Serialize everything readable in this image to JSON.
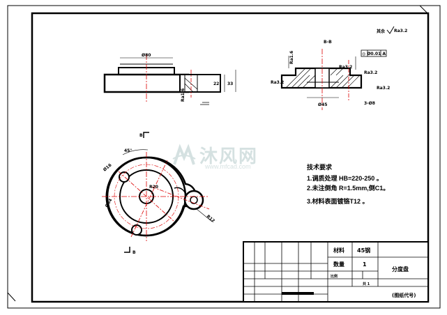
{
  "drawing": {
    "roughness_symbol": "Ra3.2",
    "section_label": "B-B",
    "geometric_tolerance": "◎ Ø0.01 A",
    "dim_labels": {
      "top_view_diameter": "Ø80",
      "side_height_a": "22",
      "side_height_b": "33",
      "side_ra": "Ra1.6",
      "section_ra_left": "Ra1.6",
      "section_ra_mid": "Ra3.2",
      "section_ra_right": "Ra3.2",
      "section_diameter": "Ø45",
      "section_bottom": "3-Ø8",
      "plan_radius": "R20",
      "plan_angle": "45°",
      "plan_hole": "Ø16"
    },
    "tech_notes": {
      "title": "技术要求",
      "line1": "1.调质处理 HB=220-250 。",
      "line2": "2.未注倒角 R=1.5mm,倒C1。",
      "line3": "3.材料表面镀铬T12 。"
    }
  },
  "title_block": {
    "material_label": "材料",
    "material_value": "45钢",
    "quantity_label": "数量",
    "quantity_value": "1",
    "part_name": "分度盘",
    "drawing_no": "(图纸代号)",
    "scale_label": "比例",
    "sheet_label": "共 1"
  },
  "watermark": {
    "brand": "沐风网",
    "url": "www.mfcad.com"
  }
}
